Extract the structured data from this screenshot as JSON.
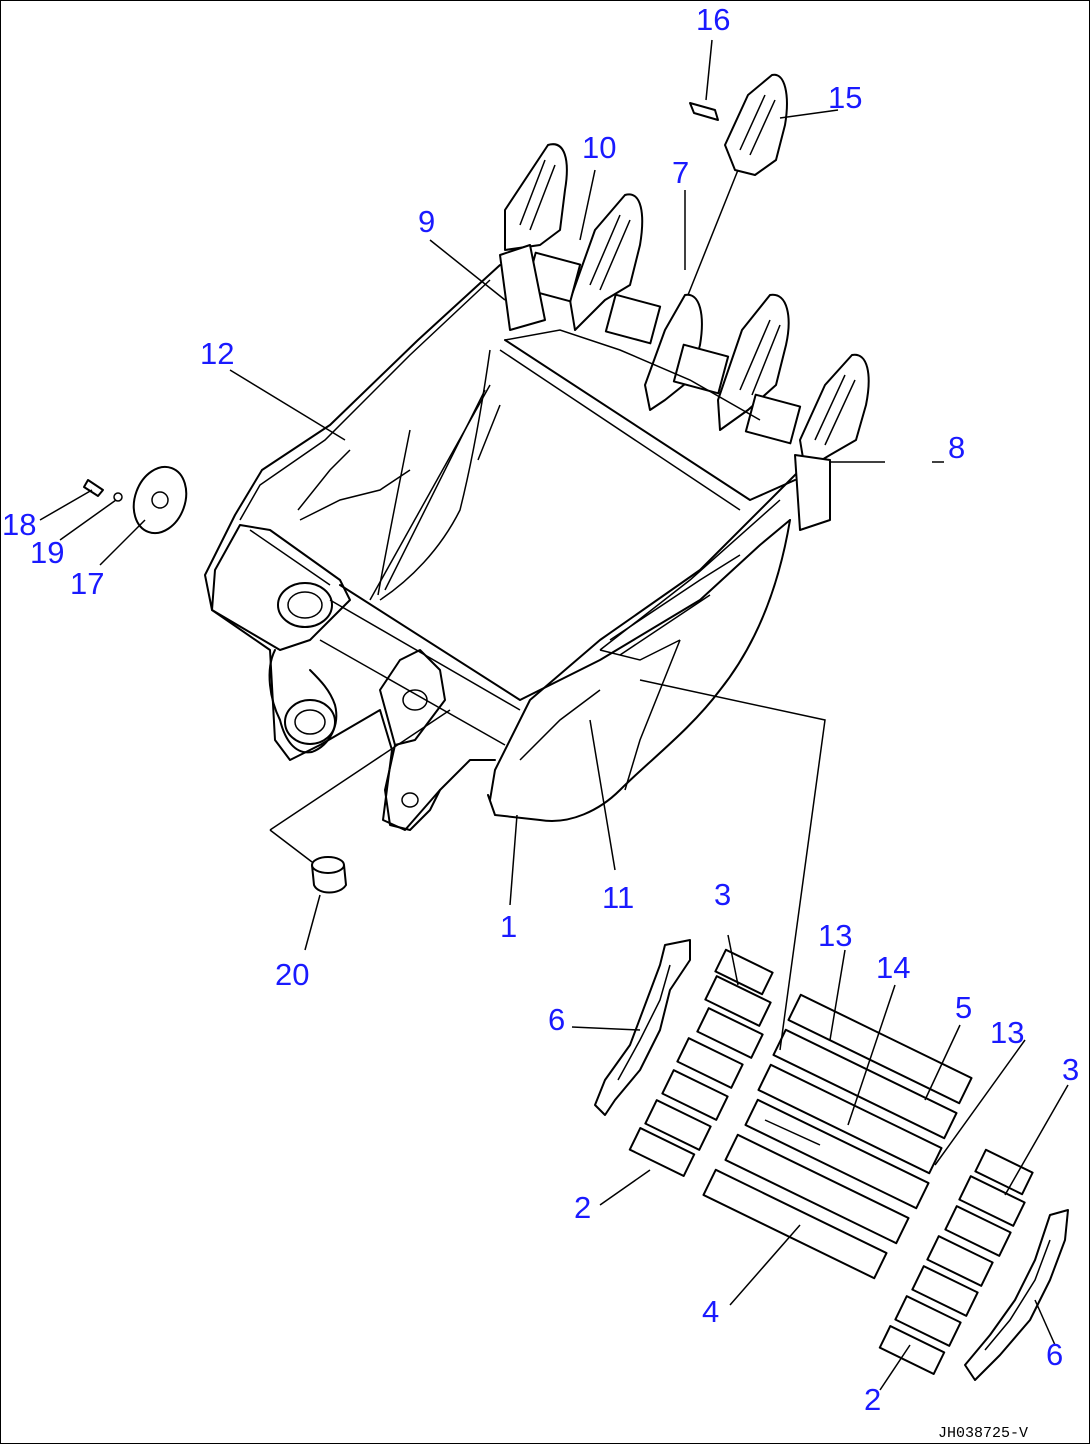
{
  "diagram": {
    "drawing_code": "JH038725-V",
    "callouts": [
      {
        "id": "c16",
        "text": "16"
      },
      {
        "id": "c15",
        "text": "15"
      },
      {
        "id": "c10",
        "text": "10"
      },
      {
        "id": "c7",
        "text": "7"
      },
      {
        "id": "c9",
        "text": "9"
      },
      {
        "id": "c12",
        "text": "12"
      },
      {
        "id": "c8",
        "text": "8"
      },
      {
        "id": "c18",
        "text": "18"
      },
      {
        "id": "c19",
        "text": "19"
      },
      {
        "id": "c17",
        "text": "17"
      },
      {
        "id": "c3a",
        "text": "3"
      },
      {
        "id": "c11",
        "text": "11"
      },
      {
        "id": "c1",
        "text": "1"
      },
      {
        "id": "c13a",
        "text": "13"
      },
      {
        "id": "c14",
        "text": "14"
      },
      {
        "id": "c20",
        "text": "20"
      },
      {
        "id": "c6a",
        "text": "6"
      },
      {
        "id": "c5",
        "text": "5"
      },
      {
        "id": "c13b",
        "text": "13"
      },
      {
        "id": "c3b",
        "text": "3"
      },
      {
        "id": "c2a",
        "text": "2"
      },
      {
        "id": "c4",
        "text": "4"
      },
      {
        "id": "c6b",
        "text": "6"
      },
      {
        "id": "c2b",
        "text": "2"
      }
    ]
  }
}
